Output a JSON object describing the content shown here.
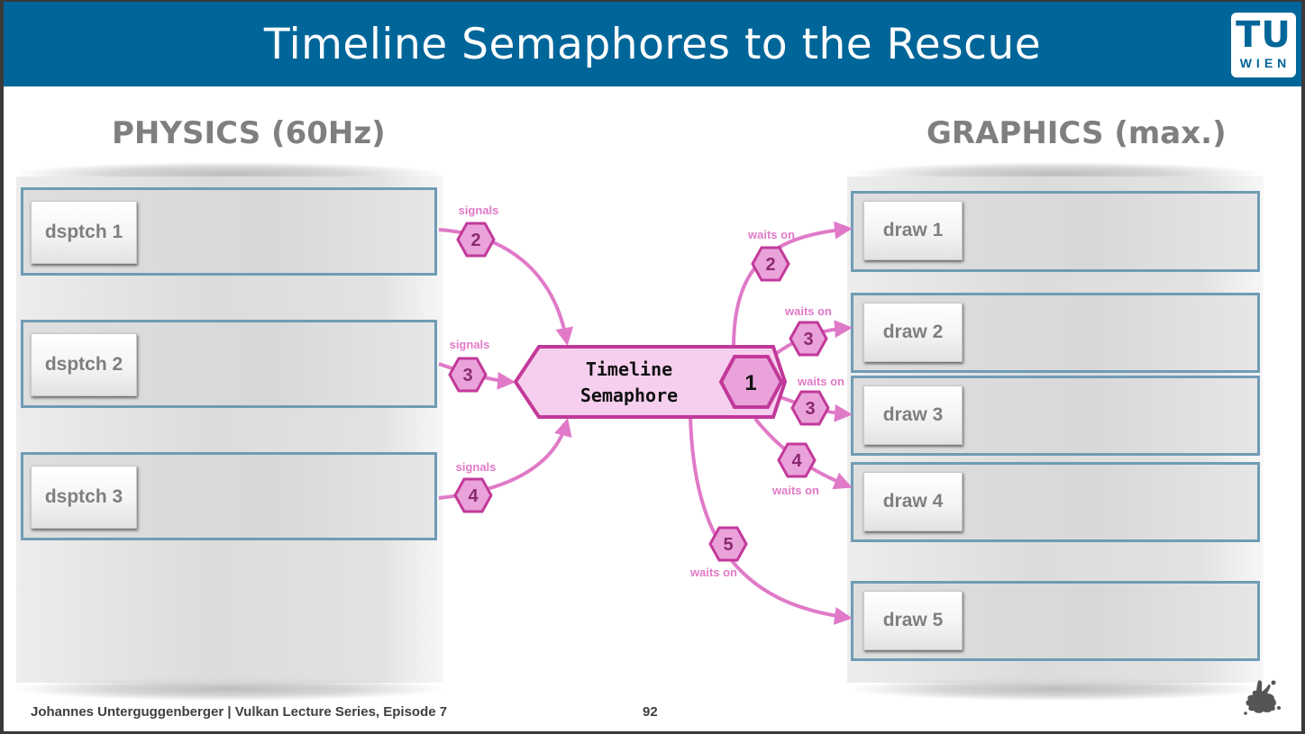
{
  "slide": {
    "title": "Timeline Semaphores to the Rescue",
    "logo": {
      "line1": "TU",
      "line2": "WIEN"
    },
    "footer": "Johannes Unterguggenberger | Vulkan Lecture Series, Episode 7",
    "page_number": "92",
    "colors": {
      "header": "#006699",
      "accent": "#c2399a",
      "arrow": "#e07ac8",
      "hex_fill": "#eaa3da",
      "lane_border": "#6f9cb5"
    }
  },
  "physics": {
    "title": "PHYSICS (60Hz)",
    "lanes": [
      {
        "label": "dsptch 1",
        "edge_label": "signals",
        "value": "2"
      },
      {
        "label": "dsptch 2",
        "edge_label": "signals",
        "value": "3"
      },
      {
        "label": "dsptch 3",
        "edge_label": "signals",
        "value": "4"
      }
    ]
  },
  "graphics": {
    "title": "GRAPHICS (max.)",
    "lanes": [
      {
        "label": "draw 1",
        "edge_label": "waits on",
        "value": "2"
      },
      {
        "label": "draw 2",
        "edge_label": "waits on",
        "value": "3"
      },
      {
        "label": "draw 3",
        "edge_label": "waits on",
        "value": "3"
      },
      {
        "label": "draw 4",
        "edge_label": "waits on",
        "value": "4"
      },
      {
        "label": "draw 5",
        "edge_label": "waits on",
        "value": "5"
      }
    ]
  },
  "semaphore": {
    "line1": "Timeline",
    "line2": "Semaphore",
    "value": "1"
  }
}
